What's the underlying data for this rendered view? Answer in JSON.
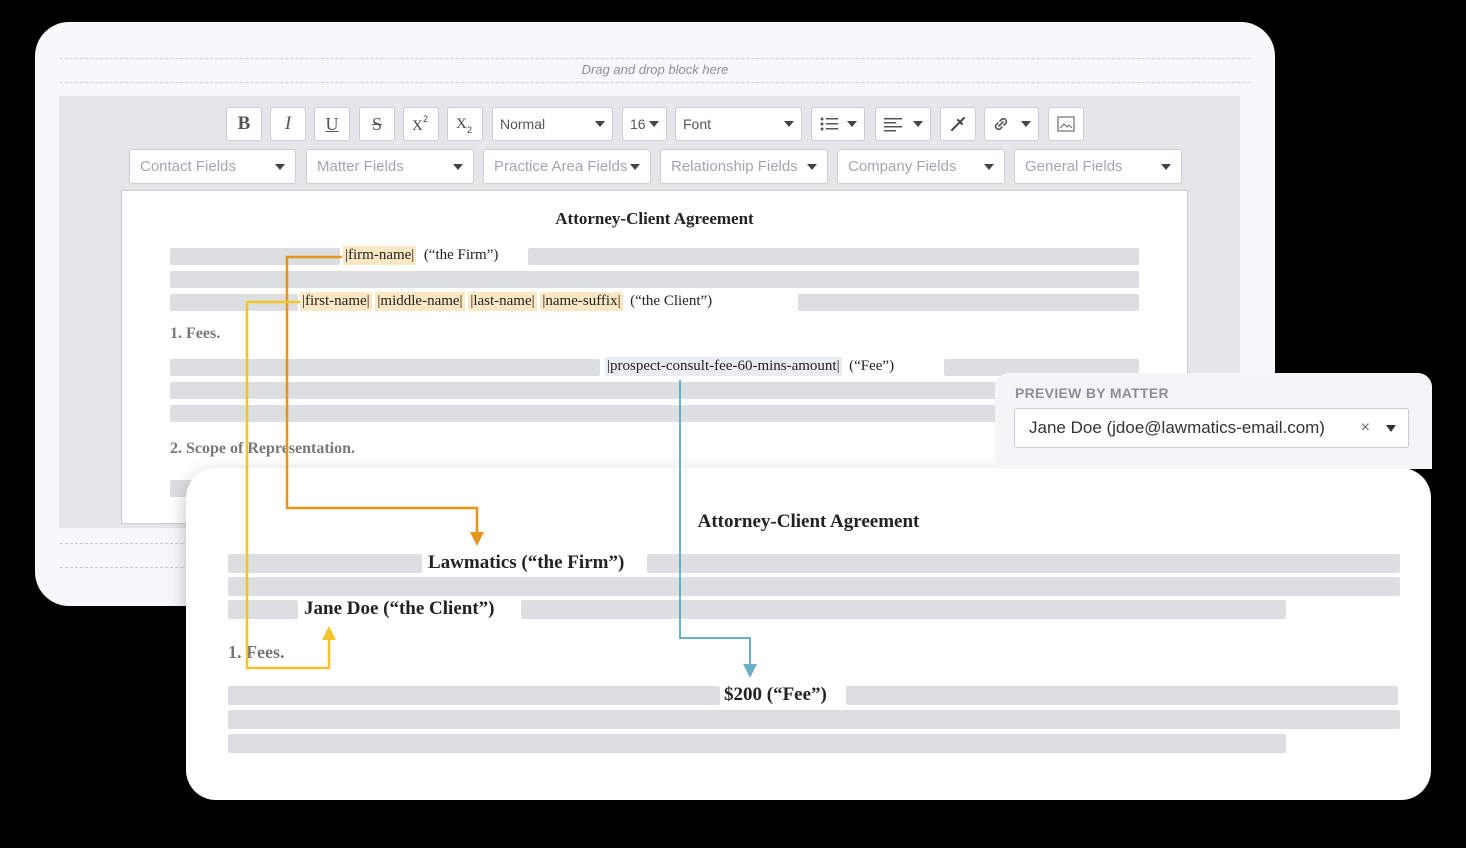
{
  "editor": {
    "drop_hint": "Drag and drop block here",
    "toolbar": {
      "bold": "B",
      "italic": "I",
      "underline": "U",
      "strike": "S",
      "style_select": "Normal",
      "size_select": "16",
      "font_select": "Font"
    },
    "field_menus": [
      "Contact Fields",
      "Matter Fields",
      "Practice Area Fields",
      "Relationship Fields",
      "Company Fields",
      "General Fields"
    ],
    "document": {
      "title": "Attorney-Client Agreement",
      "firm_token": "|firm-name|",
      "firm_suffix": "(“the Firm”)",
      "name_tokens": [
        "|first-name|",
        "|middle-name|",
        "|last-name|",
        "|name-suffix|"
      ],
      "client_suffix": "(“the Client”)",
      "section1": "1. Fees.",
      "fee_token": "|prospect-consult-fee-60-mins-amount|",
      "fee_suffix": "(“Fee”)",
      "section2": "2. Scope of Representation."
    }
  },
  "preview_by_matter": {
    "label": "PREVIEW BY MATTER",
    "selected": "Jane Doe (jdoe@lawmatics-email.com)",
    "clear": "×"
  },
  "preview": {
    "title": "Attorney-Client Agreement",
    "firm_line": "Lawmatics (“the Firm”)",
    "client_line": "Jane Doe (“the Client”)",
    "section1": "1. Fees.",
    "fee_line": "$200 (“Fee”)"
  },
  "colors": {
    "firm_arrow": "#e8931a",
    "name_arrow": "#f3c32a",
    "fee_arrow": "#6aaec8",
    "token_highlight": "#fbe7c3"
  }
}
